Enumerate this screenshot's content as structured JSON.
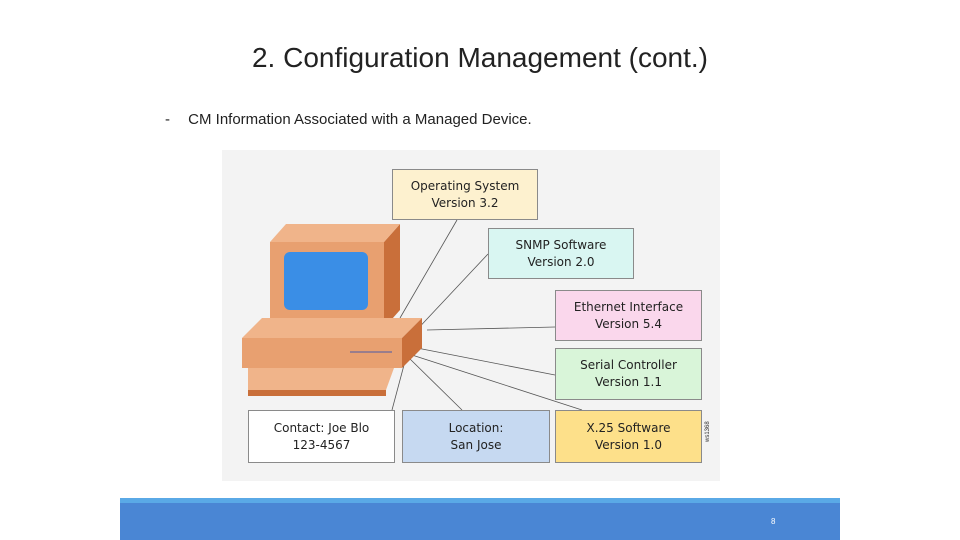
{
  "slide": {
    "title": "2. Configuration Management (cont.)",
    "bullet_marker": "-",
    "bullet_text": "CM Information Associated with a Managed Device.",
    "page_number": "8"
  },
  "figure": {
    "boxes": {
      "os": {
        "line1": "Operating System",
        "line2": "Version 3.2",
        "color": "#fdf1cf"
      },
      "snmp": {
        "line1": "SNMP Software",
        "line2": "Version 2.0",
        "color": "#d9f6f2"
      },
      "ethernet": {
        "line1": "Ethernet Interface",
        "line2": "Version 5.4",
        "color": "#fad7ec"
      },
      "serial": {
        "line1": "Serial Controller",
        "line2": "Version 1.1",
        "color": "#d9f5d9"
      },
      "contact": {
        "line1": "Contact: Joe Blo",
        "line2": "123-4567",
        "color": "#ffffff"
      },
      "location": {
        "line1": "Location:",
        "line2": "San Jose",
        "color": "#c6d9f1"
      },
      "x25": {
        "line1": "X.25 Software",
        "line2": "Version 1.0",
        "color": "#fde08a"
      }
    },
    "figure_code": "ws1368",
    "colors": {
      "computer_body": "#e8a070",
      "computer_shadow": "#c96f3a",
      "screen": "#3a8ee6"
    }
  },
  "colors": {
    "footer_bar": "#4a86d4",
    "footer_bar_accent": "#5aa9e6"
  }
}
